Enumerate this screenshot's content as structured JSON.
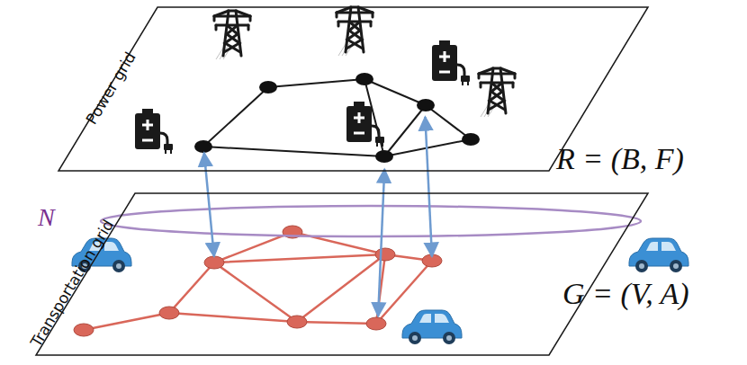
{
  "diagram": {
    "nodes": [
      {
        "text": [
          "Power grid",
          "R = (B, F)"
        ]
      },
      {
        "text": [
          "Transportation grid",
          "G = (V, A)"
        ]
      }
    ],
    "edges": [
      {
        "from": 0,
        "to": 1,
        "arrow": "both"
      },
      {
        "from": 0,
        "to": 1,
        "arrow": "both"
      },
      {
        "from": 0,
        "to": 1,
        "arrow": "both"
      }
    ],
    "labels": [
      "N"
    ]
  }
}
